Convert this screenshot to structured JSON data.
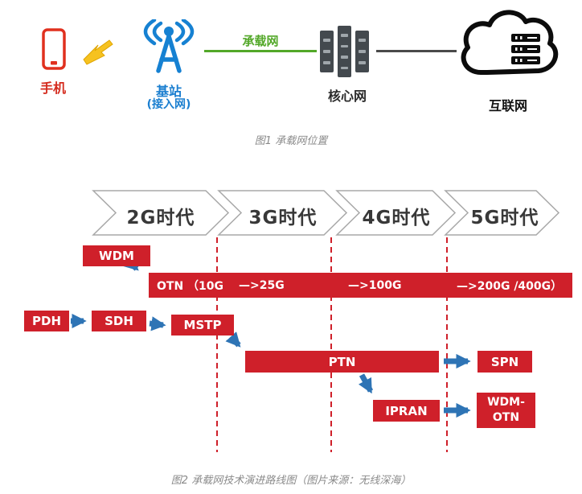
{
  "fig1": {
    "caption": "图1 承载网位置",
    "phone_label": "手机",
    "station_label": "基站",
    "station_sublabel": "(接入网)",
    "bearer_label": "承载网",
    "core_label": "核心网",
    "internet_label": "互联网"
  },
  "fig2": {
    "caption": "图2 承载网技术演进路线图（图片来源：无线深海）",
    "eras": [
      "2G时代",
      "3G时代",
      "4G时代",
      "5G时代"
    ],
    "bars": {
      "wdm": "WDM",
      "otn_segments": [
        "OTN （10G",
        "—>25G",
        "—>100G",
        "—>200G /400G）"
      ],
      "pdh": "PDH",
      "sdh": "SDH",
      "mstp": "MSTP",
      "ptn": "PTN",
      "spn": "SPN",
      "ipran": "IPRAN",
      "wdm_otn": [
        "WDM-",
        "OTN"
      ]
    }
  },
  "colors": {
    "bar_red": "#CF202A",
    "arrow_blue": "#2E74B5",
    "bearer_green": "#53A829",
    "station_blue": "#1681D2",
    "phone_red": "#E0301E",
    "era_border_gray": "#A8A8A8"
  }
}
